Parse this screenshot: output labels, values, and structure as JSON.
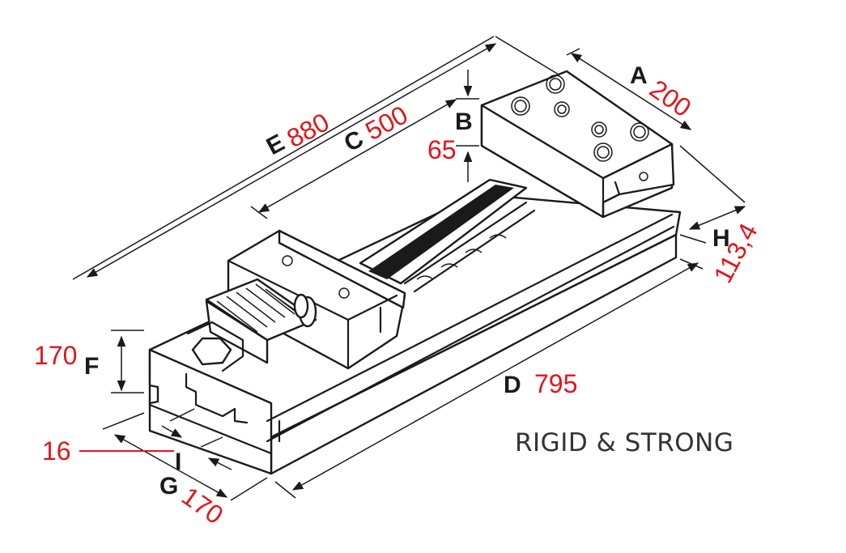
{
  "dimensions": {
    "A": {
      "label": "A",
      "value": "200"
    },
    "B": {
      "label": "B",
      "value": "65"
    },
    "C": {
      "label": "C",
      "value": "500"
    },
    "D": {
      "label": "D",
      "value": "795"
    },
    "E": {
      "label": "E",
      "value": "880"
    },
    "F": {
      "label": "F",
      "value": "170"
    },
    "G": {
      "label": "G",
      "value": "170"
    },
    "H": {
      "label": "H",
      "value": "113,4"
    },
    "I": {
      "label": "I",
      "value": "16"
    }
  },
  "tagline": "RIGID & STRONG",
  "colors": {
    "line": "#1a1a1a",
    "value": "#e0161b",
    "tagline": "#333333"
  }
}
